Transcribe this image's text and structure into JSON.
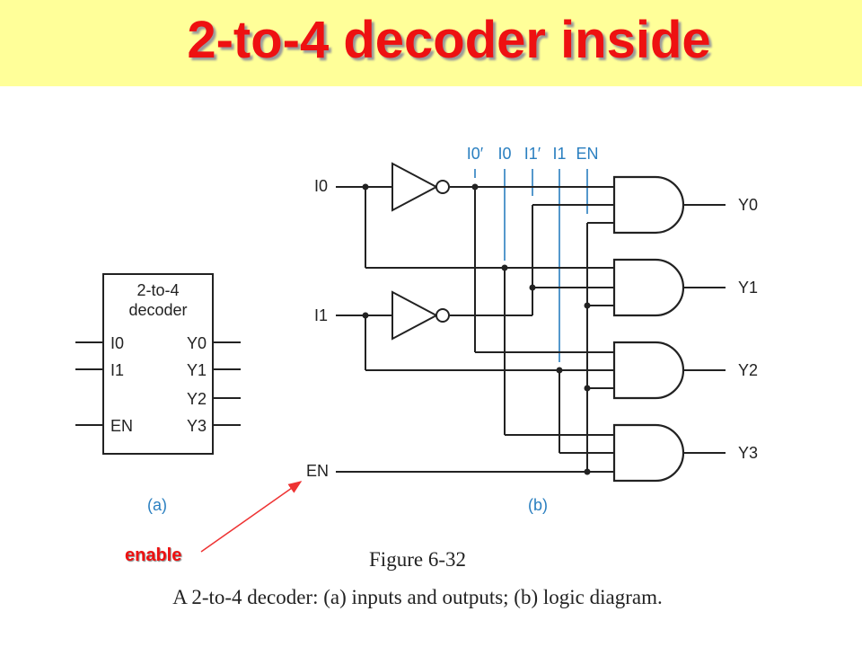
{
  "title": "2-to-4 decoder inside",
  "block": {
    "name_line1": "2-to-4",
    "name_line2": "decoder",
    "inputs": [
      "I0",
      "I1",
      "EN"
    ],
    "outputs": [
      "Y0",
      "Y1",
      "Y2",
      "Y3"
    ],
    "panel_label": "(a)"
  },
  "logic": {
    "inputs": [
      "I0",
      "I1",
      "EN"
    ],
    "bus_labels": [
      "I0′",
      "I0",
      "I1′",
      "I1",
      "EN"
    ],
    "outputs": [
      "Y0",
      "Y1",
      "Y2",
      "Y3"
    ],
    "panel_label": "(b)"
  },
  "annotation": "enable",
  "figure_caption": "Figure 6-32",
  "figure_description": "A 2-to-4 decoder: (a) inputs and outputs; (b) logic diagram.",
  "colors": {
    "title": "#ee1111",
    "title_band": "#ffff99",
    "bus_label": "#2a7fc0",
    "annotation": "#ee1111"
  }
}
